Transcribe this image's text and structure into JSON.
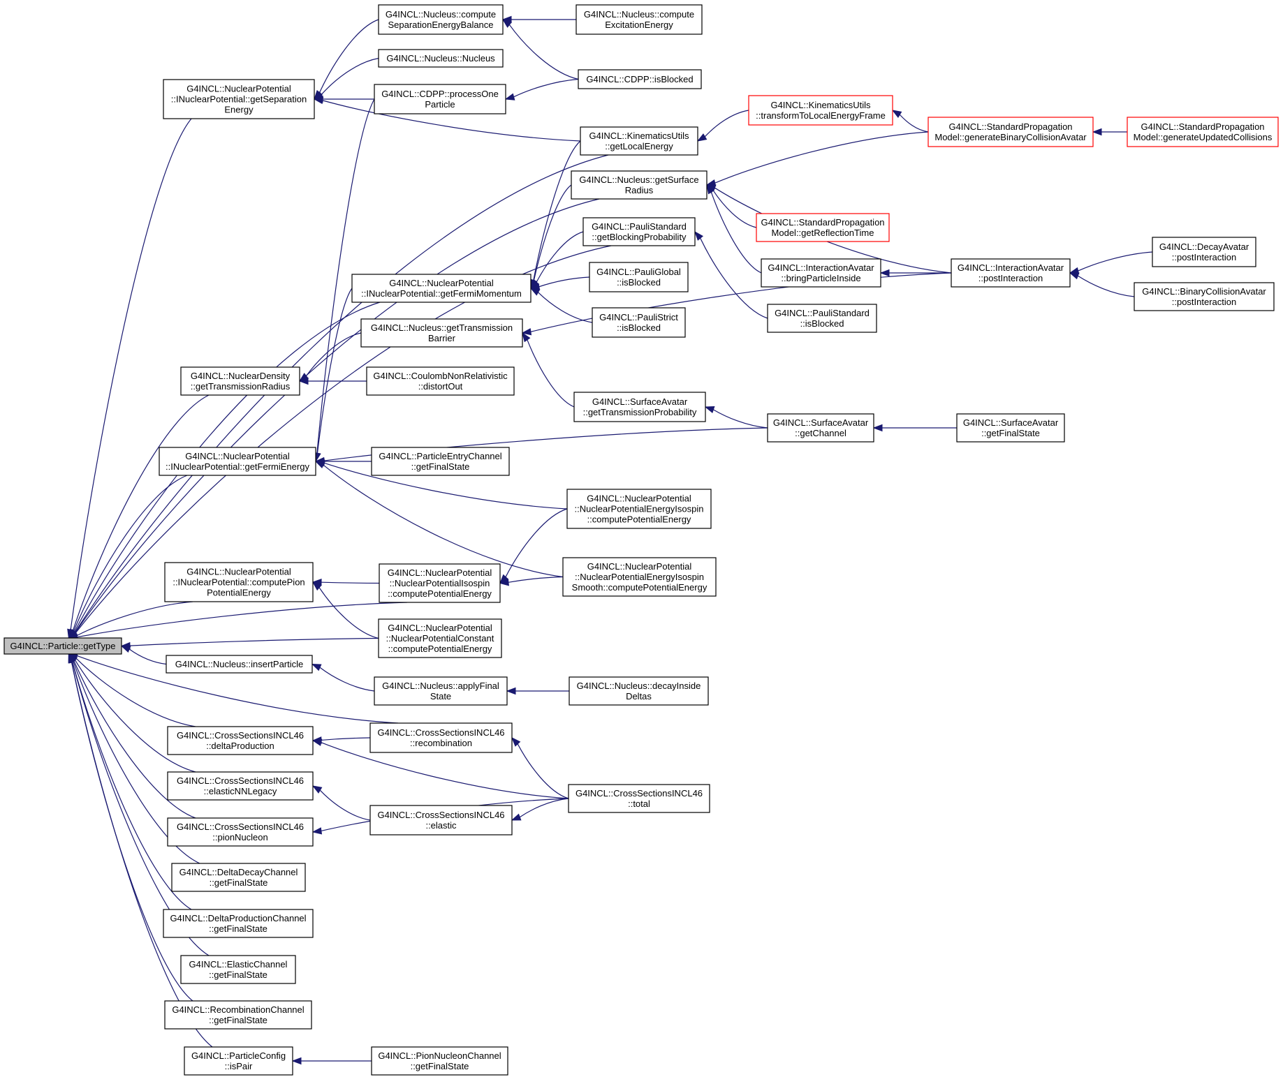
{
  "diagram": {
    "type": "call-graph",
    "colors": {
      "edge": "#191970",
      "node_border": "#000000",
      "truncated_border": "#ff0000",
      "root_fill": "#bfbfbf"
    },
    "nodes": [
      {
        "id": "root",
        "lines": [
          "G4INCL::Particle::getType"
        ],
        "root": true
      },
      {
        "id": "sepBal",
        "lines": [
          "G4INCL::Nucleus::compute",
          "SeparationEnergyBalance"
        ]
      },
      {
        "id": "excEn",
        "lines": [
          "G4INCL::Nucleus::compute",
          "ExcitationEnergy"
        ]
      },
      {
        "id": "nucleus",
        "lines": [
          "G4INCL::Nucleus::Nucleus"
        ]
      },
      {
        "id": "cdppProc",
        "lines": [
          "G4INCL::CDPP::processOne",
          "Particle"
        ]
      },
      {
        "id": "cdppBlk",
        "lines": [
          "G4INCL::CDPP::isBlocked"
        ]
      },
      {
        "id": "getSep",
        "lines": [
          "G4INCL::NuclearPotential",
          "::INuclearPotential::getSeparation",
          "Energy"
        ]
      },
      {
        "id": "kinLocal",
        "lines": [
          "G4INCL::KinematicsUtils",
          "::transformToLocalEnergyFrame"
        ],
        "truncated": true
      },
      {
        "id": "spmBin",
        "lines": [
          "G4INCL::StandardPropagation",
          "Model::generateBinaryCollisionAvatar"
        ],
        "truncated": true
      },
      {
        "id": "spmUpd",
        "lines": [
          "G4INCL::StandardPropagation",
          "Model::generateUpdatedCollisions"
        ],
        "truncated": true
      },
      {
        "id": "getLocal",
        "lines": [
          "G4INCL::KinematicsUtils",
          "::getLocalEnergy"
        ]
      },
      {
        "id": "surfRad",
        "lines": [
          "G4INCL::Nucleus::getSurface",
          "Radius"
        ]
      },
      {
        "id": "spmRefl",
        "lines": [
          "G4INCL::StandardPropagation",
          "Model::getReflectionTime"
        ],
        "truncated": true
      },
      {
        "id": "pauliStdProb",
        "lines": [
          "G4INCL::PauliStandard",
          "::getBlockingProbability"
        ]
      },
      {
        "id": "fermiMom",
        "lines": [
          "G4INCL::NuclearPotential",
          "::INuclearPotential::getFermiMomentum"
        ]
      },
      {
        "id": "pauliGlob",
        "lines": [
          "G4INCL::PauliGlobal",
          "::isBlocked"
        ]
      },
      {
        "id": "pauliStrict",
        "lines": [
          "G4INCL::PauliStrict",
          "::isBlocked"
        ]
      },
      {
        "id": "iaBring",
        "lines": [
          "G4INCL::InteractionAvatar",
          "::bringParticleInside"
        ]
      },
      {
        "id": "pauliStdBlk",
        "lines": [
          "G4INCL::PauliStandard",
          "::isBlocked"
        ]
      },
      {
        "id": "iaPost",
        "lines": [
          "G4INCL::InteractionAvatar",
          "::postInteraction"
        ]
      },
      {
        "id": "decayPost",
        "lines": [
          "G4INCL::DecayAvatar",
          "::postInteraction"
        ]
      },
      {
        "id": "binPost",
        "lines": [
          "G4INCL::BinaryCollisionAvatar",
          "::postInteraction"
        ]
      },
      {
        "id": "transBarrier",
        "lines": [
          "G4INCL::Nucleus::getTransmission",
          "Barrier"
        ]
      },
      {
        "id": "transRad",
        "lines": [
          "G4INCL::NuclearDensity",
          "::getTransmissionRadius"
        ]
      },
      {
        "id": "coulomb",
        "lines": [
          "G4INCL::CoulombNonRelativistic",
          "::distortOut"
        ]
      },
      {
        "id": "saTransProb",
        "lines": [
          "G4INCL::SurfaceAvatar",
          "::getTransmissionProbability"
        ]
      },
      {
        "id": "saChannel",
        "lines": [
          "G4INCL::SurfaceAvatar",
          "::getChannel"
        ]
      },
      {
        "id": "saFinal",
        "lines": [
          "G4INCL::SurfaceAvatar",
          "::getFinalState"
        ]
      },
      {
        "id": "fermiEn",
        "lines": [
          "G4INCL::NuclearPotential",
          "::INuclearPotential::getFermiEnergy"
        ]
      },
      {
        "id": "pecFinal",
        "lines": [
          "G4INCL::ParticleEntryChannel",
          "::getFinalState"
        ]
      },
      {
        "id": "npeIso",
        "lines": [
          "G4INCL::NuclearPotential",
          "::NuclearPotentialEnergyIsospin",
          "::computePotentialEnergy"
        ]
      },
      {
        "id": "npeIsoSm",
        "lines": [
          "G4INCL::NuclearPotential",
          "::NuclearPotentialEnergyIsospin",
          "Smooth::computePotentialEnergy"
        ]
      },
      {
        "id": "pionPot",
        "lines": [
          "G4INCL::NuclearPotential",
          "::INuclearPotential::computePion",
          "PotentialEnergy"
        ]
      },
      {
        "id": "npIso",
        "lines": [
          "G4INCL::NuclearPotential",
          "::NuclearPotentialIsospin",
          "::computePotentialEnergy"
        ]
      },
      {
        "id": "npConst",
        "lines": [
          "G4INCL::NuclearPotential",
          "::NuclearPotentialConstant",
          "::computePotentialEnergy"
        ]
      },
      {
        "id": "insertP",
        "lines": [
          "G4INCL::Nucleus::insertParticle"
        ]
      },
      {
        "id": "applyFinal",
        "lines": [
          "G4INCL::Nucleus::applyFinal",
          "State"
        ]
      },
      {
        "id": "decayInside",
        "lines": [
          "G4INCL::Nucleus::decayInside",
          "Deltas"
        ]
      },
      {
        "id": "deltaProd",
        "lines": [
          "G4INCL::CrossSectionsINCL46",
          "::deltaProduction"
        ]
      },
      {
        "id": "recomb",
        "lines": [
          "G4INCL::CrossSectionsINCL46",
          "::recombination"
        ]
      },
      {
        "id": "elNN",
        "lines": [
          "G4INCL::CrossSectionsINCL46",
          "::elasticNNLegacy"
        ]
      },
      {
        "id": "total",
        "lines": [
          "G4INCL::CrossSectionsINCL46",
          "::total"
        ]
      },
      {
        "id": "elastic",
        "lines": [
          "G4INCL::CrossSectionsINCL46",
          "::elastic"
        ]
      },
      {
        "id": "pionNuc",
        "lines": [
          "G4INCL::CrossSectionsINCL46",
          "::pionNucleon"
        ]
      },
      {
        "id": "ddcFinal",
        "lines": [
          "G4INCL::DeltaDecayChannel",
          "::getFinalState"
        ]
      },
      {
        "id": "dpcFinal",
        "lines": [
          "G4INCL::DeltaProductionChannel",
          "::getFinalState"
        ]
      },
      {
        "id": "ecFinal",
        "lines": [
          "G4INCL::ElasticChannel",
          "::getFinalState"
        ]
      },
      {
        "id": "rcFinal",
        "lines": [
          "G4INCL::RecombinationChannel",
          "::getFinalState"
        ]
      },
      {
        "id": "isPair",
        "lines": [
          "G4INCL::ParticleConfig",
          "::isPair"
        ]
      },
      {
        "id": "pncFinal",
        "lines": [
          "G4INCL::PionNucleonChannel",
          "::getFinalState"
        ]
      }
    ],
    "edges": [
      [
        "excEn",
        "sepBal"
      ],
      [
        "cdppBlk",
        "sepBal"
      ],
      [
        "sepBal",
        "getSep"
      ],
      [
        "nucleus",
        "getSep"
      ],
      [
        "cdppProc",
        "getSep"
      ],
      [
        "getLocal",
        "getSep"
      ],
      [
        "cdppBlk",
        "cdppProc"
      ],
      [
        "spmUpd",
        "spmBin"
      ],
      [
        "spmBin",
        "kinLocal"
      ],
      [
        "kinLocal",
        "getLocal"
      ],
      [
        "spmBin",
        "surfRad"
      ],
      [
        "spmRefl",
        "surfRad"
      ],
      [
        "iaBring",
        "surfRad"
      ],
      [
        "iaPost",
        "surfRad"
      ],
      [
        "getLocal",
        "fermiMom"
      ],
      [
        "surfRad",
        "fermiMom"
      ],
      [
        "pauliStdProb",
        "fermiMom"
      ],
      [
        "pauliGlob",
        "fermiMom"
      ],
      [
        "pauliStrict",
        "fermiMom"
      ],
      [
        "pauliStdBlk",
        "pauliStdProb"
      ],
      [
        "iaPost",
        "iaBring"
      ],
      [
        "decayPost",
        "iaPost"
      ],
      [
        "binPost",
        "iaPost"
      ],
      [
        "iaPost",
        "transBarrier"
      ],
      [
        "saTransProb",
        "transBarrier"
      ],
      [
        "transBarrier",
        "transRad"
      ],
      [
        "coulomb",
        "transRad"
      ],
      [
        "saChannel",
        "saTransProb"
      ],
      [
        "saFinal",
        "saChannel"
      ],
      [
        "cdppProc",
        "fermiEn"
      ],
      [
        "fermiMom",
        "fermiEn"
      ],
      [
        "saChannel",
        "fermiEn"
      ],
      [
        "pecFinal",
        "fermiEn"
      ],
      [
        "npeIso",
        "fermiEn"
      ],
      [
        "npeIsoSm",
        "fermiEn"
      ],
      [
        "npIso",
        "pionPot"
      ],
      [
        "npConst",
        "pionPot"
      ],
      [
        "npeIso",
        "npIso"
      ],
      [
        "npeIsoSm",
        "npIso"
      ],
      [
        "applyFinal",
        "insertP"
      ],
      [
        "decayInside",
        "applyFinal"
      ],
      [
        "recomb",
        "deltaProd"
      ],
      [
        "total",
        "deltaProd"
      ],
      [
        "total",
        "recomb"
      ],
      [
        "elastic",
        "elNN"
      ],
      [
        "total",
        "elastic"
      ],
      [
        "total",
        "pionNuc"
      ],
      [
        "pncFinal",
        "isPair"
      ],
      [
        "getSep",
        "root"
      ],
      [
        "getLocal",
        "root"
      ],
      [
        "surfRad",
        "root"
      ],
      [
        "pauliStdProb",
        "root"
      ],
      [
        "fermiMom",
        "root"
      ],
      [
        "transRad",
        "root"
      ],
      [
        "fermiEn",
        "root"
      ],
      [
        "npIso",
        "root"
      ],
      [
        "pionPot",
        "root"
      ],
      [
        "npConst",
        "root"
      ],
      [
        "insertP",
        "root"
      ],
      [
        "recomb",
        "root"
      ],
      [
        "deltaProd",
        "root"
      ],
      [
        "elNN",
        "root"
      ],
      [
        "pionNuc",
        "root"
      ],
      [
        "ddcFinal",
        "root"
      ],
      [
        "dpcFinal",
        "root"
      ],
      [
        "ecFinal",
        "root"
      ],
      [
        "rcFinal",
        "root"
      ],
      [
        "isPair",
        "root"
      ]
    ]
  }
}
